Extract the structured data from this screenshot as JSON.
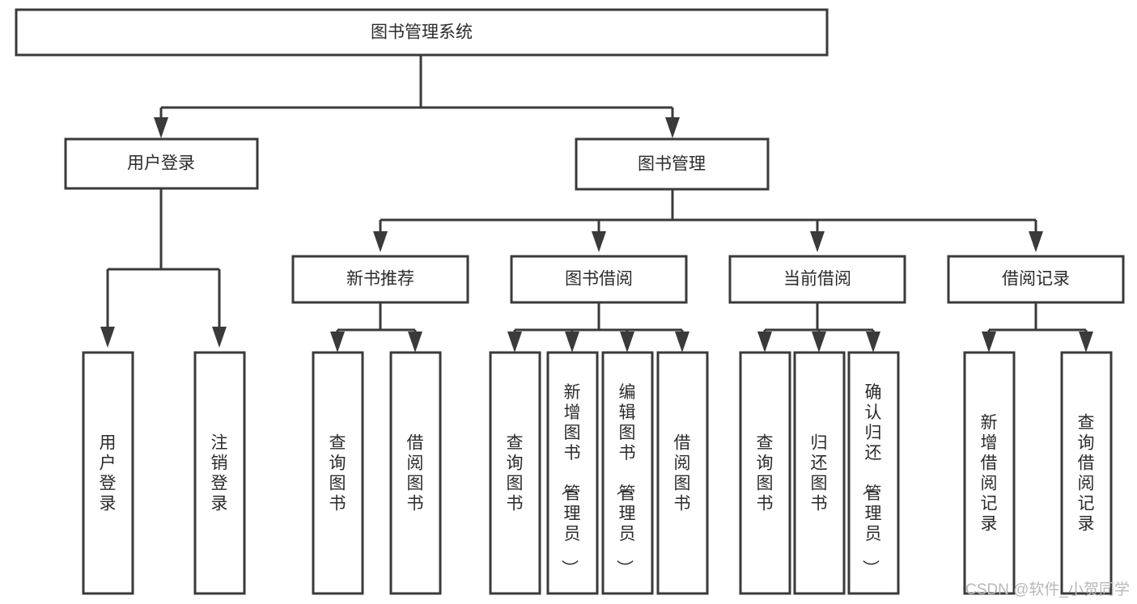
{
  "diagram": {
    "title": "图书管理系统",
    "type": "tree-hierarchy",
    "root": {
      "id": "root",
      "label": "图书管理系统"
    },
    "level1": [
      {
        "id": "user-login",
        "label": "用户登录"
      },
      {
        "id": "book-manage",
        "label": "图书管理"
      }
    ],
    "level2": [
      {
        "id": "new-book-rec",
        "label": "新书推荐",
        "parent": "book-manage"
      },
      {
        "id": "book-borrow",
        "label": "图书借阅",
        "parent": "book-manage"
      },
      {
        "id": "current-borrow",
        "label": "当前借阅",
        "parent": "book-manage"
      },
      {
        "id": "borrow-record",
        "label": "借阅记录",
        "parent": "book-manage"
      }
    ],
    "leaves": [
      {
        "id": "leaf-user-login",
        "label": "用户登录",
        "parent": "user-login"
      },
      {
        "id": "leaf-logout",
        "label": "注销登录",
        "parent": "user-login"
      },
      {
        "id": "leaf-query-book-1",
        "label": "查询图书",
        "parent": "new-book-rec"
      },
      {
        "id": "leaf-borrow-book-1",
        "label": "借阅图书",
        "parent": "new-book-rec"
      },
      {
        "id": "leaf-query-book-2",
        "label": "查询图书",
        "parent": "book-borrow"
      },
      {
        "id": "leaf-add-book",
        "label": "新增图书（管理员）",
        "parent": "book-borrow"
      },
      {
        "id": "leaf-edit-book",
        "label": "编辑图书（管理员）",
        "parent": "book-borrow"
      },
      {
        "id": "leaf-borrow-book-2",
        "label": "借阅图书",
        "parent": "book-borrow"
      },
      {
        "id": "leaf-query-book-3",
        "label": "查询图书",
        "parent": "current-borrow"
      },
      {
        "id": "leaf-return-book",
        "label": "归还图书",
        "parent": "current-borrow"
      },
      {
        "id": "leaf-confirm-return",
        "label": "确认归还（管理员）",
        "parent": "current-borrow"
      },
      {
        "id": "leaf-add-record",
        "label": "新增借阅记录",
        "parent": "borrow-record"
      },
      {
        "id": "leaf-query-record",
        "label": "查询借阅记录",
        "parent": "borrow-record"
      }
    ],
    "colors": {
      "box_stroke": "#3a3a3a",
      "box_fill": "#ffffff",
      "text": "#2b2b2b",
      "connector": "#3a3a3a",
      "watermark": "#b8b8b8",
      "background": "#ffffff"
    }
  },
  "watermark": {
    "label": "CSDN @软件_小贺同学"
  }
}
